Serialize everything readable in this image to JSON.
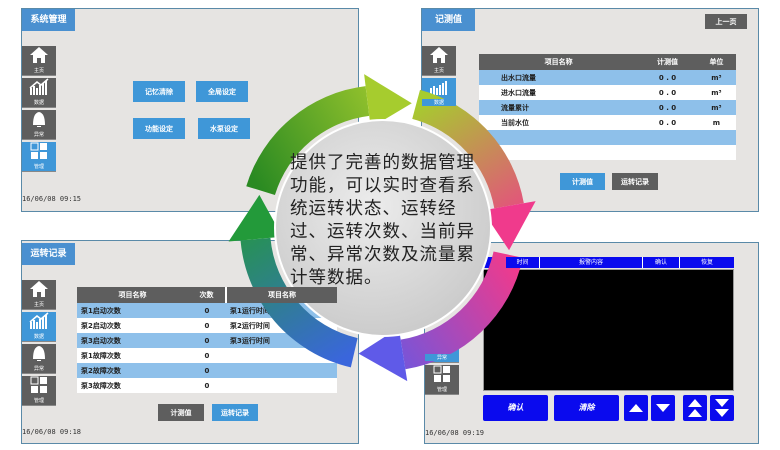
{
  "nav": {
    "home": "主页",
    "data": "数据",
    "alarm": "异常",
    "manage": "管理"
  },
  "panel1": {
    "title": "系统管理",
    "buttons": [
      "记忆清除",
      "全局设定",
      "功能设定",
      "水泵设定"
    ],
    "timestamp": "16/06/08 09:15"
  },
  "panel2": {
    "title": "记测值",
    "prev_button": "上一页",
    "headers": [
      "项目名称",
      "计测值",
      "单位"
    ],
    "rows": [
      [
        "出水口流量",
        "0 . 0",
        "m³"
      ],
      [
        "进水口流量",
        "0 . 0",
        "m³"
      ],
      [
        "流量累计",
        "0 . 0",
        "m³"
      ],
      [
        "当前水位",
        "0 . 0",
        "m"
      ]
    ],
    "buttons": {
      "measure": "计测值",
      "records": "运转记录"
    }
  },
  "panel3": {
    "title": "运转记录",
    "headers": [
      "项目名称",
      "次数",
      "项目名称"
    ],
    "rows": [
      [
        "泵1启动次数",
        "0",
        "泵1运行时间"
      ],
      [
        "泵2启动次数",
        "0",
        "泵2运行时间"
      ],
      [
        "泵3启动次数",
        "0",
        "泵3运行时间"
      ],
      [
        "泵1故障次数",
        "0",
        ""
      ],
      [
        "泵2故障次数",
        "0",
        ""
      ],
      [
        "泵3故障次数",
        "0",
        ""
      ]
    ],
    "buttons": {
      "measure": "计测值",
      "records": "运转记录"
    },
    "timestamp": "16/06/08 09:18"
  },
  "panel4": {
    "headers": [
      "",
      "时间",
      "报警内容",
      "确认",
      "恢复"
    ],
    "buttons": {
      "confirm": "确认",
      "clear": "清除"
    },
    "timestamp": "16/06/08 09:19"
  },
  "center_text": "提供了完善的数据管理功能，可以实时查看系统运转状态、运转经过、运转次数、当前异常、异常次数及流量累计等数据。"
}
